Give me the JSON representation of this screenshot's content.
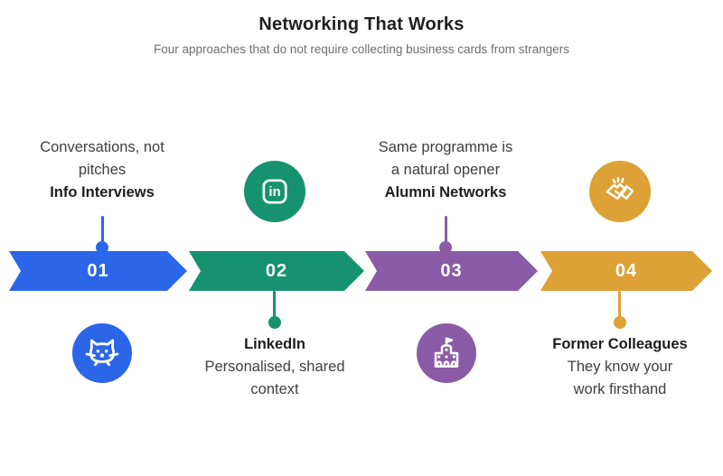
{
  "header": {
    "title": "Networking That Works",
    "subtitle": "Four approaches that do not require collecting business cards from strangers"
  },
  "icons": {
    "linkedin_glyph": "in"
  },
  "steps": [
    {
      "number": "01",
      "label": "Info Interviews",
      "description_lines": [
        "Conversations, not",
        "pitches"
      ],
      "icon": "cat",
      "color": "#2B66E8",
      "text_position": "above",
      "icon_position": "below"
    },
    {
      "number": "02",
      "label": "LinkedIn",
      "description_lines": [
        "Personalised, shared",
        "context"
      ],
      "icon": "linkedin",
      "color": "#17926E",
      "text_position": "below",
      "icon_position": "above"
    },
    {
      "number": "03",
      "label": "Alumni Networks",
      "description_lines": [
        "Same programme is",
        "a natural opener"
      ],
      "icon": "school-building",
      "color": "#8A5BA6",
      "text_position": "above",
      "icon_position": "below"
    },
    {
      "number": "04",
      "label": "Former Colleagues",
      "description_lines": [
        "They know your",
        "work firsthand"
      ],
      "icon": "handshake-sparkle",
      "color": "#DDA136",
      "text_position": "below",
      "icon_position": "above"
    }
  ],
  "colors": {
    "background": "#ffffff",
    "title_text": "#1f1f1f",
    "subtitle_text": "#6e6e6e",
    "body_text": "#3f3f3f",
    "label_text": "#1d1d1d",
    "number_text": "#ffffff"
  }
}
